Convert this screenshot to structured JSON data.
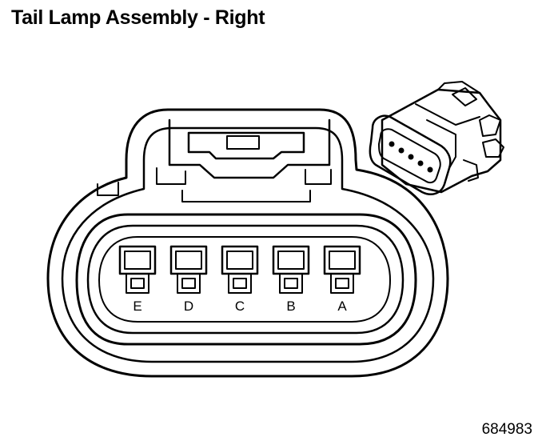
{
  "title": "Tail Lamp Assembly - Right",
  "figure_number": "684983",
  "pins": [
    {
      "label": "E"
    },
    {
      "label": "D"
    },
    {
      "label": "C"
    },
    {
      "label": "B"
    },
    {
      "label": "A"
    }
  ]
}
